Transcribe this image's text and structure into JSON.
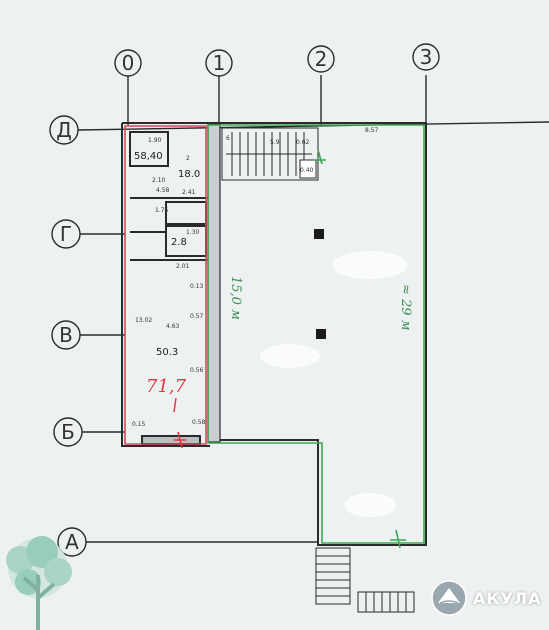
{
  "axes": {
    "columns": [
      "0",
      "1",
      "2",
      "3"
    ],
    "rows": [
      "Д",
      "Г",
      "В",
      "Б",
      "А"
    ]
  },
  "rooms": {
    "room_top_left_area": "58,40",
    "room_18_area": "18.0",
    "room_small_area": "2.8",
    "room_big_area": "50.3"
  },
  "dimensions": {
    "d_1_90": "1.90",
    "d_2_top": "2",
    "d_2_10": "2.10",
    "d_4_58": "4.58",
    "d_2_41": "2.41",
    "d_1_75": "1.75",
    "d_1_30": "1.30",
    "d_2_01": "2.01",
    "d_0_13": "0.13",
    "d_0_57": "0.57",
    "d_4_63": "4.63",
    "d_13_02": "13.02",
    "d_0_56": "0.56",
    "d_0_15": "0.15",
    "d_0_58": "0.58",
    "d_8_57": "8.57",
    "d_5_9": "5.9",
    "d_6": "6",
    "d_0_62": "0.62",
    "d_0_40": "0.40"
  },
  "handwritten": {
    "total_area_red": "71,7",
    "width_note": "15,0 м",
    "length_note": "≈ 29 м"
  },
  "brand": {
    "name": "АКУЛА"
  },
  "colors": {
    "outline_red": "#d04a5a",
    "outline_green": "#3aa850",
    "handwriting_red": "#e2343e",
    "handwriting_green": "#3c8f55",
    "line_dark": "#2a2a2a"
  }
}
